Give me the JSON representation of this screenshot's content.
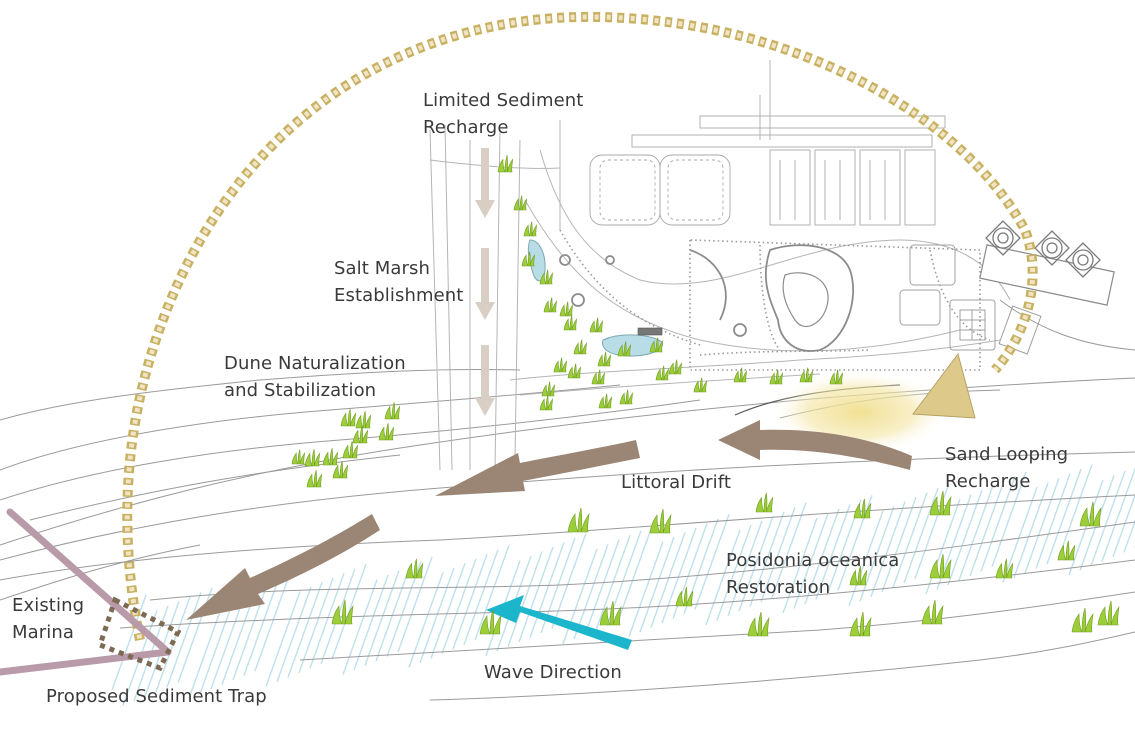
{
  "labels": {
    "limited_sediment_recharge": [
      "Limited Sediment",
      "Recharge"
    ],
    "salt_marsh": [
      "Salt Marsh",
      "Establishment"
    ],
    "dune": [
      "Dune Naturalization",
      "and Stabilization"
    ],
    "sand_looping": [
      "Sand Looping",
      "Recharge"
    ],
    "littoral_drift": "Littoral Drift",
    "posidonia": [
      "Posidonia oceanica",
      "Restoration"
    ],
    "existing_marina": [
      "Existing",
      "Marina"
    ],
    "wave_direction": "Wave Direction",
    "sediment_trap": "Proposed Sediment Trap"
  },
  "colors": {
    "drift_arrow": "#9b8675",
    "recharge_arrow": "#d8cec3",
    "wave_arrow": "#1bb5cc",
    "dotted_arc": "#d9c47f",
    "marina": "#b89aa8",
    "sediment_trap": "#7d6a55",
    "sand_triangle": "#ddc98a",
    "sand_glow": "#f0df8e",
    "plant": "#9cce3a",
    "water_hatch": "#b7dde9",
    "pond": "#b9dde6",
    "linework": "#a9a9a9"
  },
  "icons": {
    "plant": "seagrass-tuft-icon",
    "wave": "arrow-icon",
    "sand": "triangle-icon"
  }
}
